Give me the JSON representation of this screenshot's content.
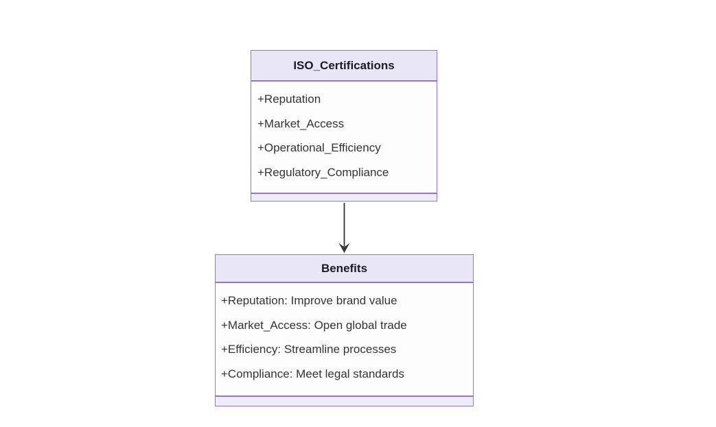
{
  "diagram": {
    "type": "uml-class-diagram",
    "background_color": "#ffffff",
    "node_border_color": "#9673d2",
    "header_fill_color": "#e9e6f8",
    "body_fill_color": "#fdfdfe",
    "text_color": "#333333",
    "arrow_color": "#333333",
    "classes": [
      {
        "name": "ISO_Certifications",
        "attributes": [
          "+Reputation",
          "+Market_Access",
          "+Operational_Efficiency",
          "+Regulatory_Compliance"
        ],
        "methods": []
      },
      {
        "name": "Benefits",
        "attributes": [
          "+Reputation: Improve brand value",
          "+Market_Access: Open global trade",
          "+Efficiency: Streamline processes",
          "+Compliance: Meet legal standards"
        ],
        "methods": []
      }
    ],
    "edges": [
      {
        "from": "ISO_Certifications",
        "to": "Benefits",
        "style": "solid",
        "head": "arrow"
      }
    ]
  }
}
